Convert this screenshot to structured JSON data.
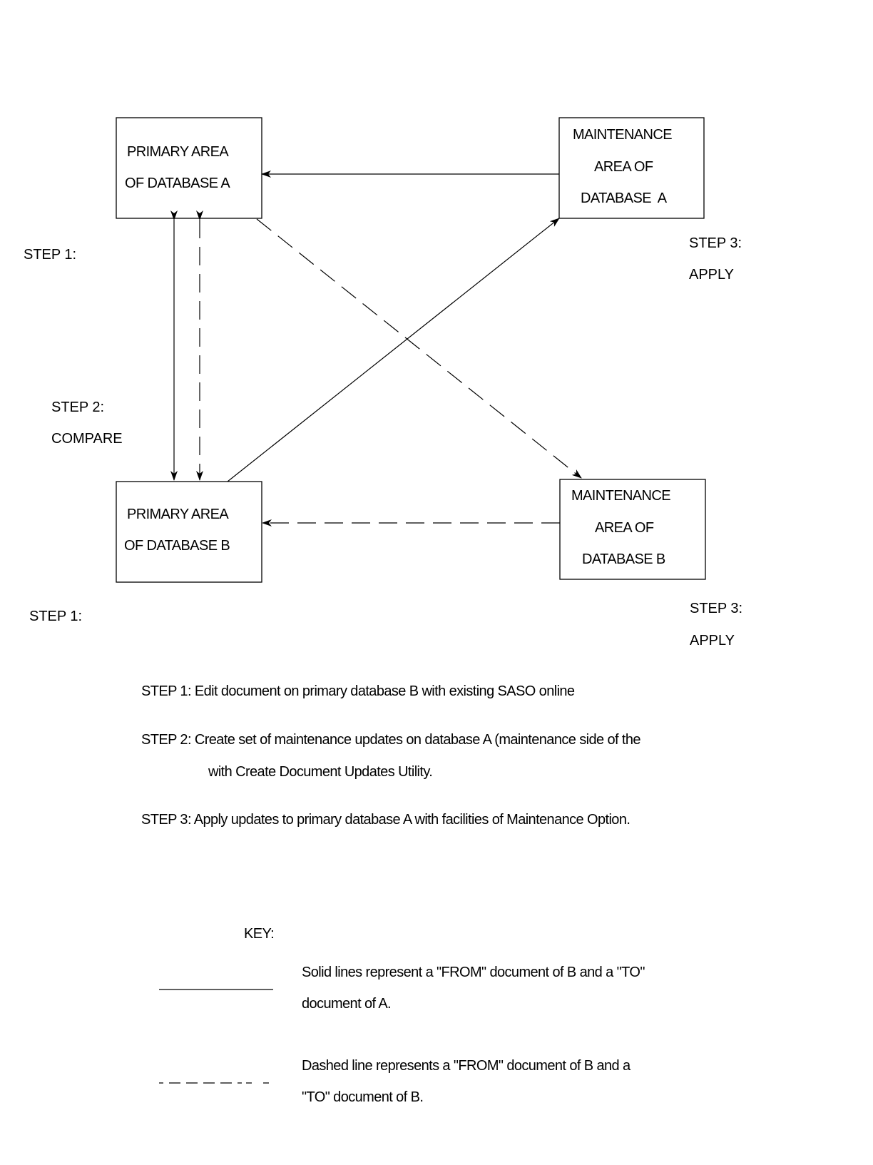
{
  "boxes": {
    "primary_a": {
      "line1": "PRIMARY AREA",
      "line2": "OF DATABASE A"
    },
    "maint_a": {
      "line1": "MAINTENANCE",
      "line2": "AREA OF",
      "line3": "DATABASE  A"
    },
    "primary_b": {
      "line1": "PRIMARY AREA",
      "line2": "OF DATABASE B"
    },
    "maint_b": {
      "line1": "MAINTENANCE",
      "line2": "AREA OF",
      "line3": "DATABASE B"
    }
  },
  "labels": {
    "step1_top": "STEP 1:",
    "step1_bottom": "STEP 1:",
    "step2": "STEP 2:",
    "step2_action": "COMPARE",
    "step3_top": "STEP 3:",
    "step3_top_action": "APPLY",
    "step3_bottom": "STEP 3:",
    "step3_bottom_action": "APPLY"
  },
  "steps": {
    "step1": "STEP 1: Edit document on primary database B with existing SASO online",
    "step2_line1": "STEP 2: Create set of maintenance updates on database A (maintenance side of the",
    "step2_line2": "with Create Document Updates Utility.",
    "step3": "STEP 3: Apply updates to primary database A with facilities of Maintenance Option."
  },
  "key": {
    "title": "KEY:",
    "solid_line1": "Solid lines represent a \"FROM\" document of B and a \"TO\"",
    "solid_line2": "document of A.",
    "dashed_line1": "Dashed line represents a \"FROM\" document of B and a",
    "dashed_line2": "\"TO\" document of B."
  },
  "colors": {
    "ink": "#000000",
    "paper": "#ffffff"
  }
}
